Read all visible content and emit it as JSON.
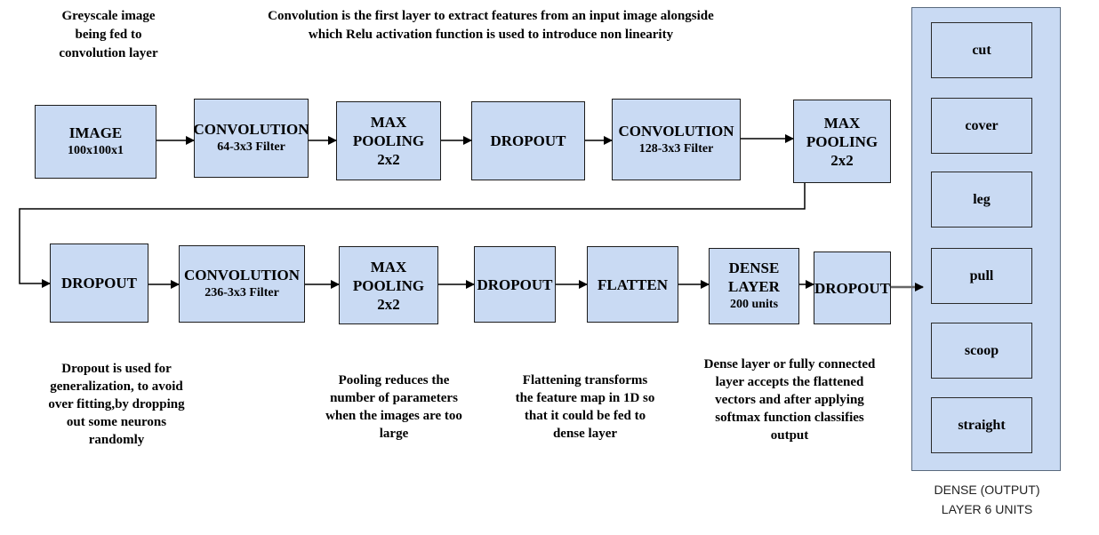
{
  "annotations": {
    "input": "Greyscale image being fed  to convolution layer",
    "convolution": "Convolution is the first layer to extract features from an input image alongside which Relu activation function is used to introduce non linearity",
    "dropout": "Dropout is used for generalization, to avoid over fitting,by dropping out some neurons randomly",
    "pooling": "Pooling reduces the number of parameters when the images are too large",
    "flatten": "Flattening transforms the feature map in 1D so that it could be fed to dense layer",
    "dense": "Dense layer or fully connected layer accepts the flattened vectors and after applying softmax function classifies output"
  },
  "row1": [
    {
      "lines": [
        "IMAGE",
        "100x100x1"
      ]
    },
    {
      "lines": [
        "CONVOLUTION",
        "64-3x3 Filter"
      ]
    },
    {
      "lines": [
        "MAX",
        "POOLING",
        "2x2"
      ]
    },
    {
      "lines": [
        "DROPOUT"
      ]
    },
    {
      "lines": [
        "CONVOLUTION",
        "128-3x3 Filter"
      ]
    },
    {
      "lines": [
        "MAX",
        "POOLING",
        "2x2"
      ]
    }
  ],
  "row2": [
    {
      "lines": [
        "DROPOUT"
      ]
    },
    {
      "lines": [
        "CONVOLUTION",
        "236-3x3 Filter"
      ]
    },
    {
      "lines": [
        "MAX",
        "POOLING",
        "2x2"
      ]
    },
    {
      "lines": [
        "DROPOUT"
      ]
    },
    {
      "lines": [
        "FLATTEN"
      ]
    },
    {
      "lines": [
        "DENSE",
        "LAYER",
        "200 units"
      ]
    },
    {
      "lines": [
        "DROPOUT"
      ]
    }
  ],
  "output": {
    "classes": [
      "cut",
      "cover",
      "leg",
      "pull",
      "scoop",
      "straight"
    ],
    "caption_line1": "DENSE (OUTPUT)",
    "caption_line2": "LAYER 6 UNITS"
  },
  "colors": {
    "block_fill": "#c9daf3",
    "border": "#1c1c1c",
    "arrow": "#000000",
    "final_arrow": "#666666"
  }
}
